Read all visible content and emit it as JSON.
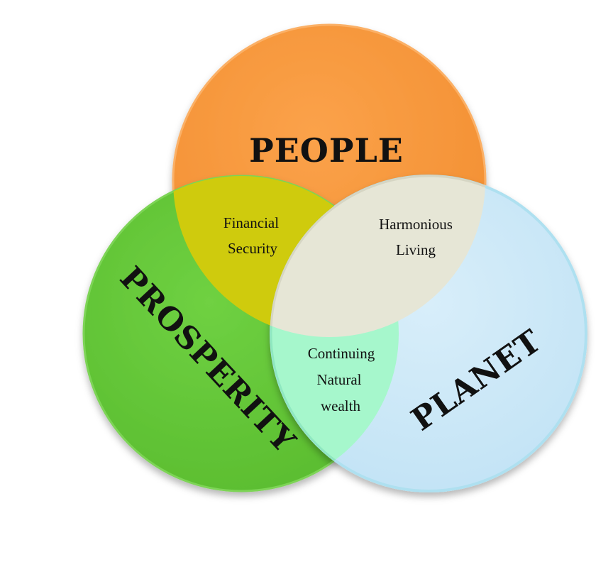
{
  "sets": {
    "people": {
      "label": "PEOPLE",
      "color": "#f7993a"
    },
    "prosperity": {
      "label": "PROSPERITY",
      "color": "#66c93a"
    },
    "planet": {
      "label": "PLANET",
      "color": "#cde9f7"
    }
  },
  "overlaps": {
    "people_prosperity": {
      "line1": "Financial",
      "line2": "Security",
      "color": "#cfcb0d"
    },
    "people_planet": {
      "line1": "Harmonious",
      "line2": "Living",
      "color": "#e6e6d6"
    },
    "prosperity_planet": {
      "line1": "Continuing",
      "line2": "Natural",
      "line3": "wealth",
      "color": "#a6f7cc"
    }
  }
}
